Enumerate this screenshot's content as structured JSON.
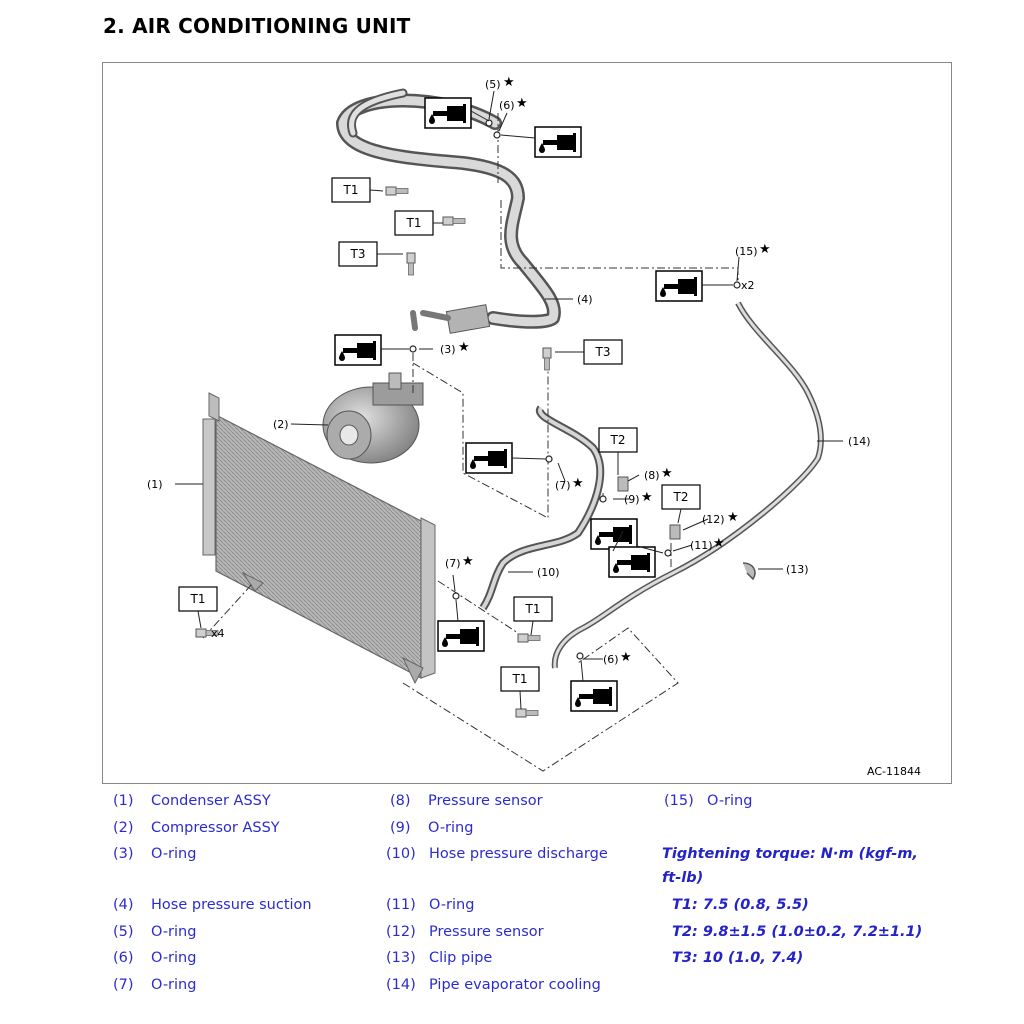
{
  "page_title": "2. AIR CONDITIONING UNIT",
  "figure": {
    "id": "AC-11844",
    "callouts": {
      "c1": "(1)",
      "c2": "(2)",
      "c3": "(3)",
      "c4": "(4)",
      "c5": "(5)",
      "c6a": "(6)",
      "c6b": "(6)",
      "c7a": "(7)",
      "c7b": "(7)",
      "c8": "(8)",
      "c9": "(9)",
      "c10": "(10)",
      "c11": "(11)",
      "c12": "(12)",
      "c13": "(13)",
      "c14": "(14)",
      "c15": "(15)"
    },
    "star": "★",
    "torque_labels": {
      "t1": "T1",
      "t2": "T2",
      "t3": "T3"
    },
    "multipliers": {
      "x2": "x2",
      "x4": "x4"
    }
  },
  "legend": {
    "col1": [
      {
        "num": "(1)",
        "label": "Condenser ASSY"
      },
      {
        "num": "(2)",
        "label": "Compressor ASSY"
      },
      {
        "num": "(3)",
        "label": "O-ring"
      },
      {
        "num": "(4)",
        "label": "Hose pressure suction"
      },
      {
        "num": "(5)",
        "label": "O-ring"
      },
      {
        "num": "(6)",
        "label": "O-ring"
      },
      {
        "num": "(7)",
        "label": "O-ring"
      }
    ],
    "col2": [
      {
        "num": "(8)",
        "label": "Pressure sensor"
      },
      {
        "num": "(9)",
        "label": "O-ring"
      },
      {
        "num": "(10)",
        "label": "Hose pressure discharge"
      },
      {
        "num": "(11)",
        "label": "O-ring"
      },
      {
        "num": "(12)",
        "label": "Pressure sensor"
      },
      {
        "num": "(13)",
        "label": "Clip pipe"
      },
      {
        "num": "(14)",
        "label": "Pipe evaporator cooling"
      }
    ],
    "col3": [
      {
        "num": "(15)",
        "label": "O-ring"
      }
    ],
    "torque": {
      "heading_line1": "Tightening torque: N·m (kgf-m,",
      "heading_line2": "ft-lb)",
      "t1": "T1:  7.5 (0.8, 5.5)",
      "t2": "T2:  9.8±1.5 (1.0±0.2, 7.2±1.1)",
      "t3": "T3:  10 (1.0, 7.4)"
    }
  }
}
